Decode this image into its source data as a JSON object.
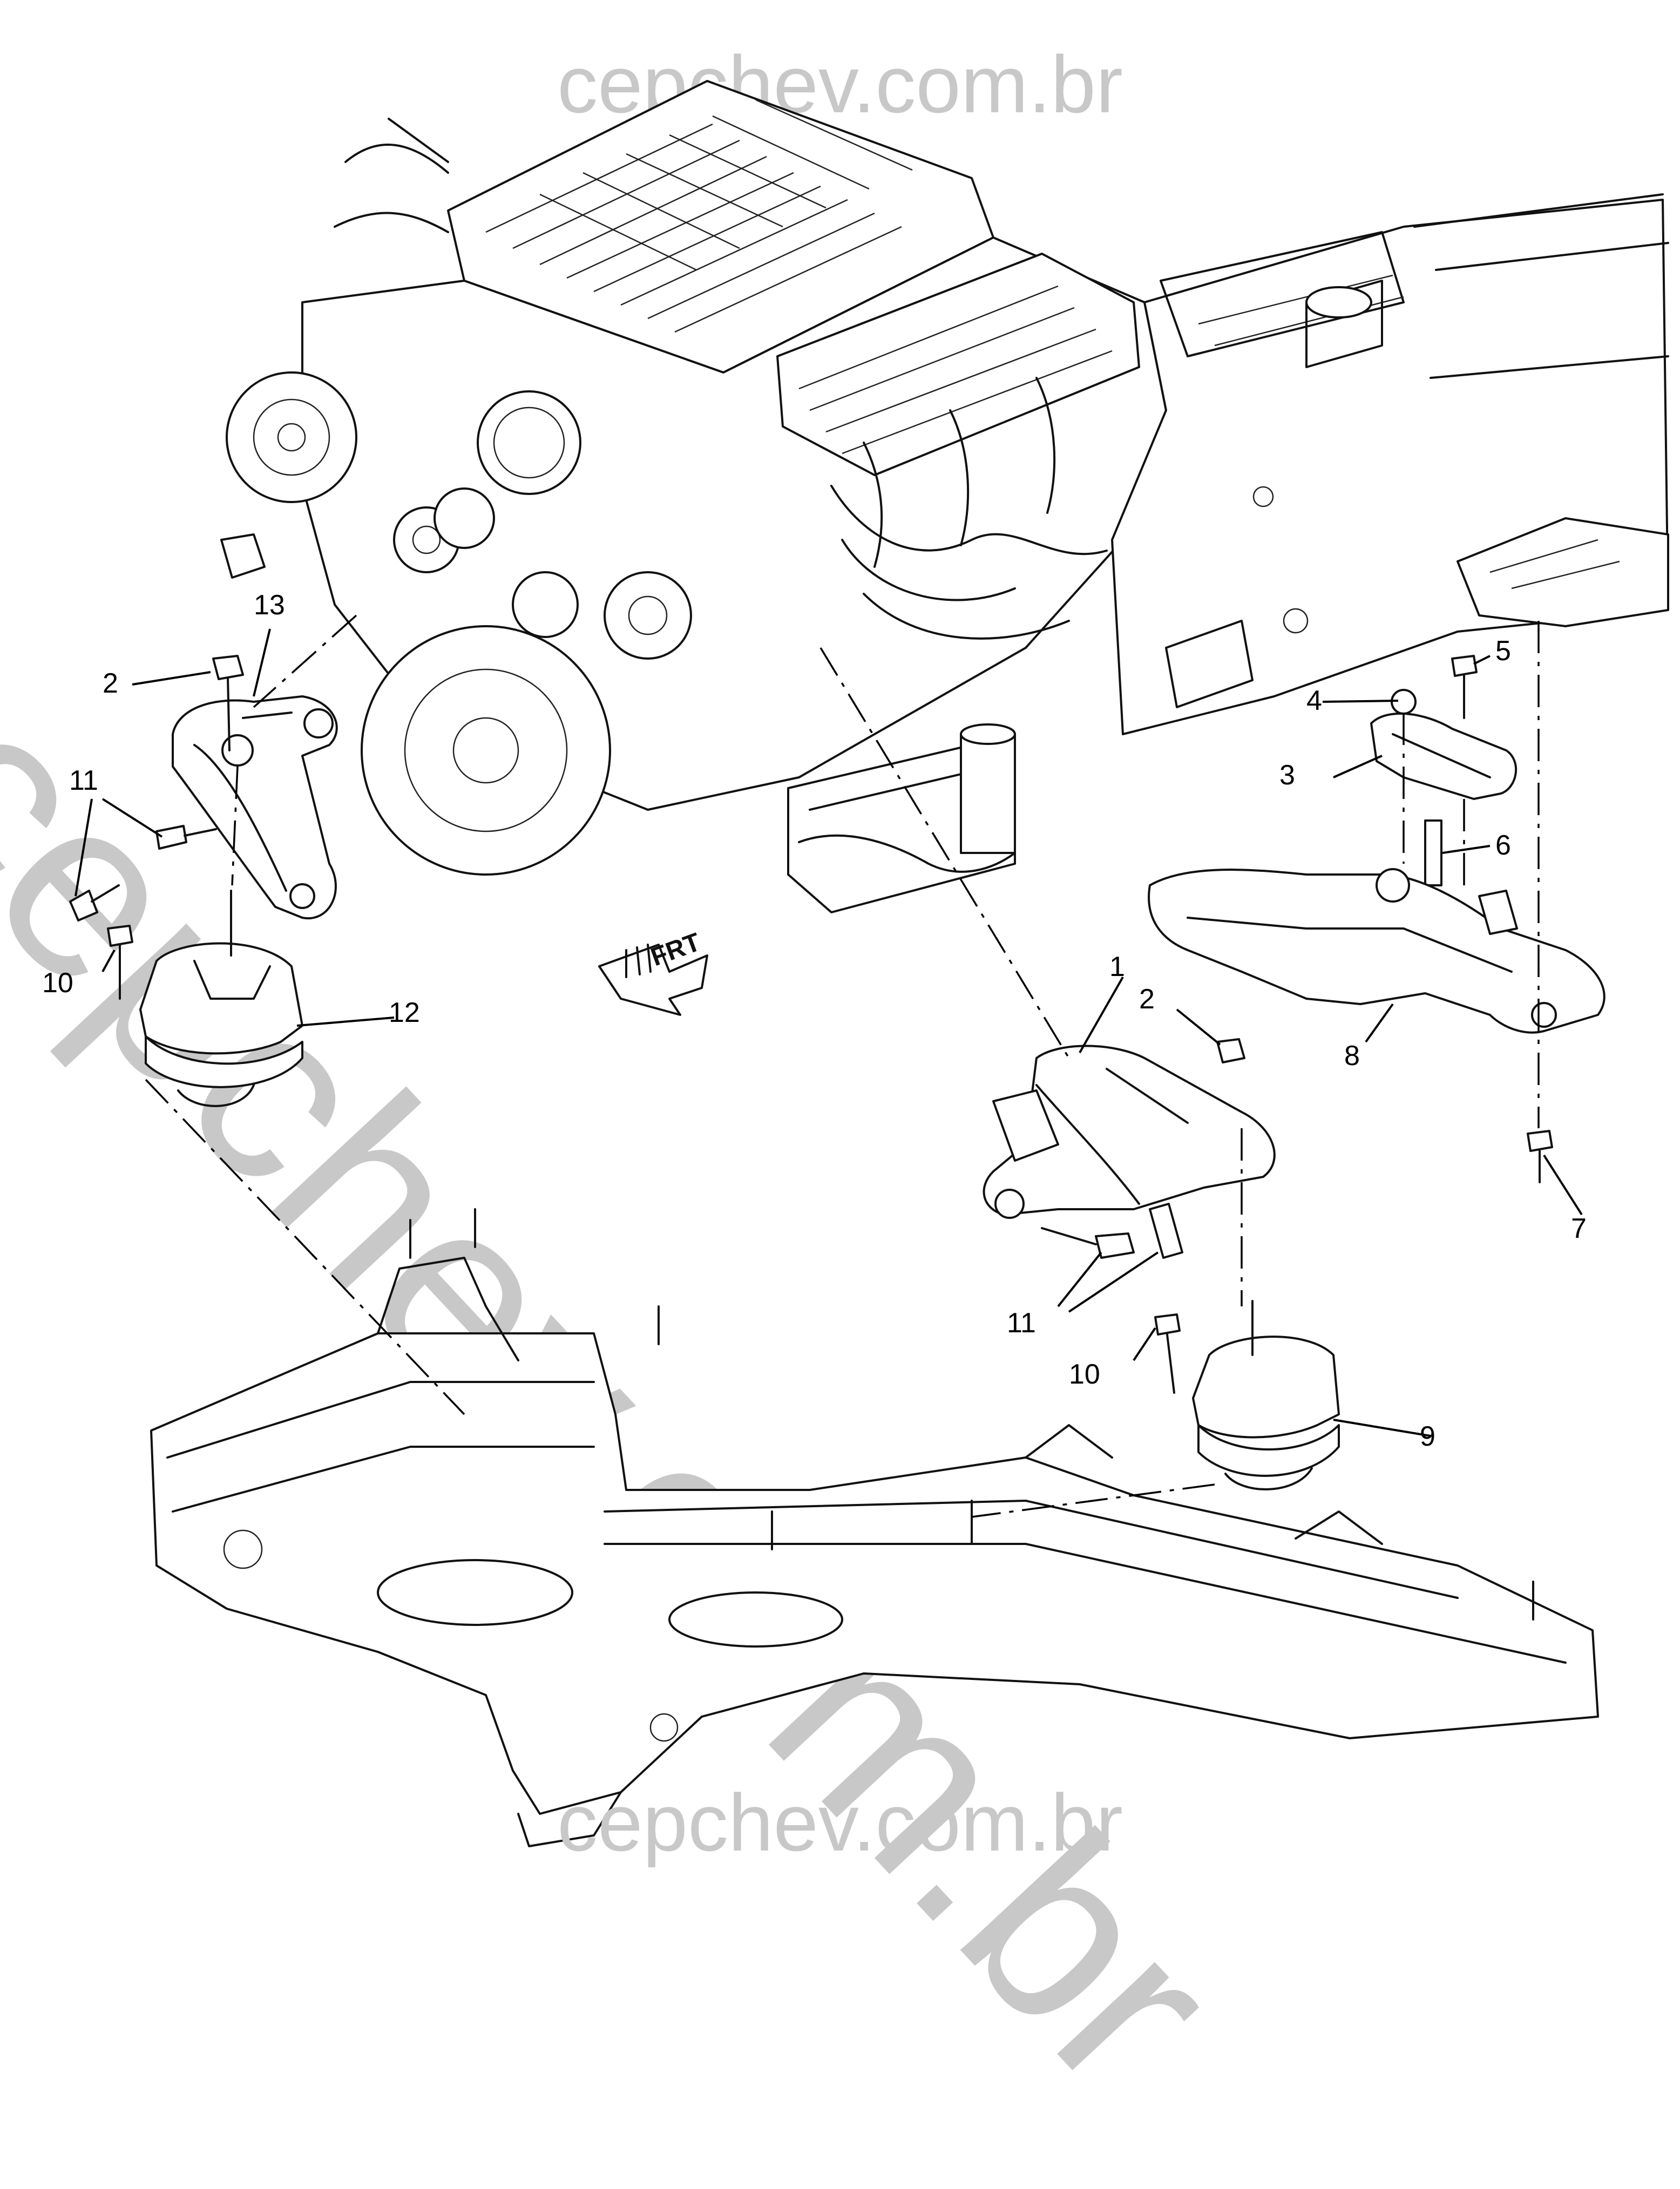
{
  "watermark": {
    "top": "cepchev.com.br",
    "diagonal": "cepchev.com.br",
    "bottom": "cepchev.com.br"
  },
  "direction_label": "FRT",
  "callouts": {
    "c1": "1",
    "c2a": "2",
    "c2b": "2",
    "c3": "3",
    "c4": "4",
    "c5": "5",
    "c6": "6",
    "c7": "7",
    "c8": "8",
    "c9": "9",
    "c10a": "10",
    "c10b": "10",
    "c11a": "11",
    "c11b": "11",
    "c12": "12",
    "c13": "13"
  }
}
